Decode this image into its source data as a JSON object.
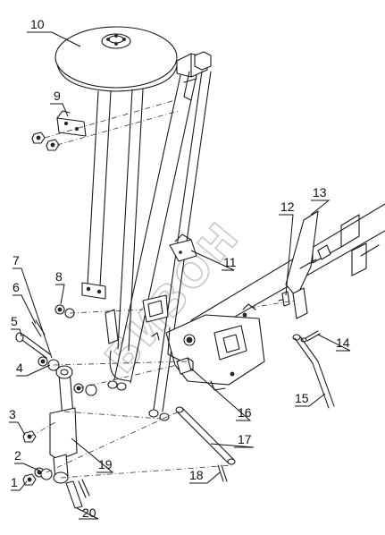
{
  "diagram": {
    "watermark_text": "БИЗОН",
    "callouts": [
      {
        "id": "c1",
        "label": "1"
      },
      {
        "id": "c2",
        "label": "2"
      },
      {
        "id": "c3",
        "label": "3"
      },
      {
        "id": "c4",
        "label": "4"
      },
      {
        "id": "c5",
        "label": "5"
      },
      {
        "id": "c6",
        "label": "6"
      },
      {
        "id": "c7",
        "label": "7"
      },
      {
        "id": "c8",
        "label": "8"
      },
      {
        "id": "c9",
        "label": "9"
      },
      {
        "id": "c10",
        "label": "10"
      },
      {
        "id": "c11",
        "label": "11"
      },
      {
        "id": "c12",
        "label": "12"
      },
      {
        "id": "c13",
        "label": "13"
      },
      {
        "id": "c14",
        "label": "14"
      },
      {
        "id": "c15",
        "label": "15"
      },
      {
        "id": "c16",
        "label": "16"
      },
      {
        "id": "c17",
        "label": "17"
      },
      {
        "id": "c18",
        "label": "18"
      },
      {
        "id": "c19",
        "label": "19"
      },
      {
        "id": "c20",
        "label": "20"
      }
    ]
  }
}
